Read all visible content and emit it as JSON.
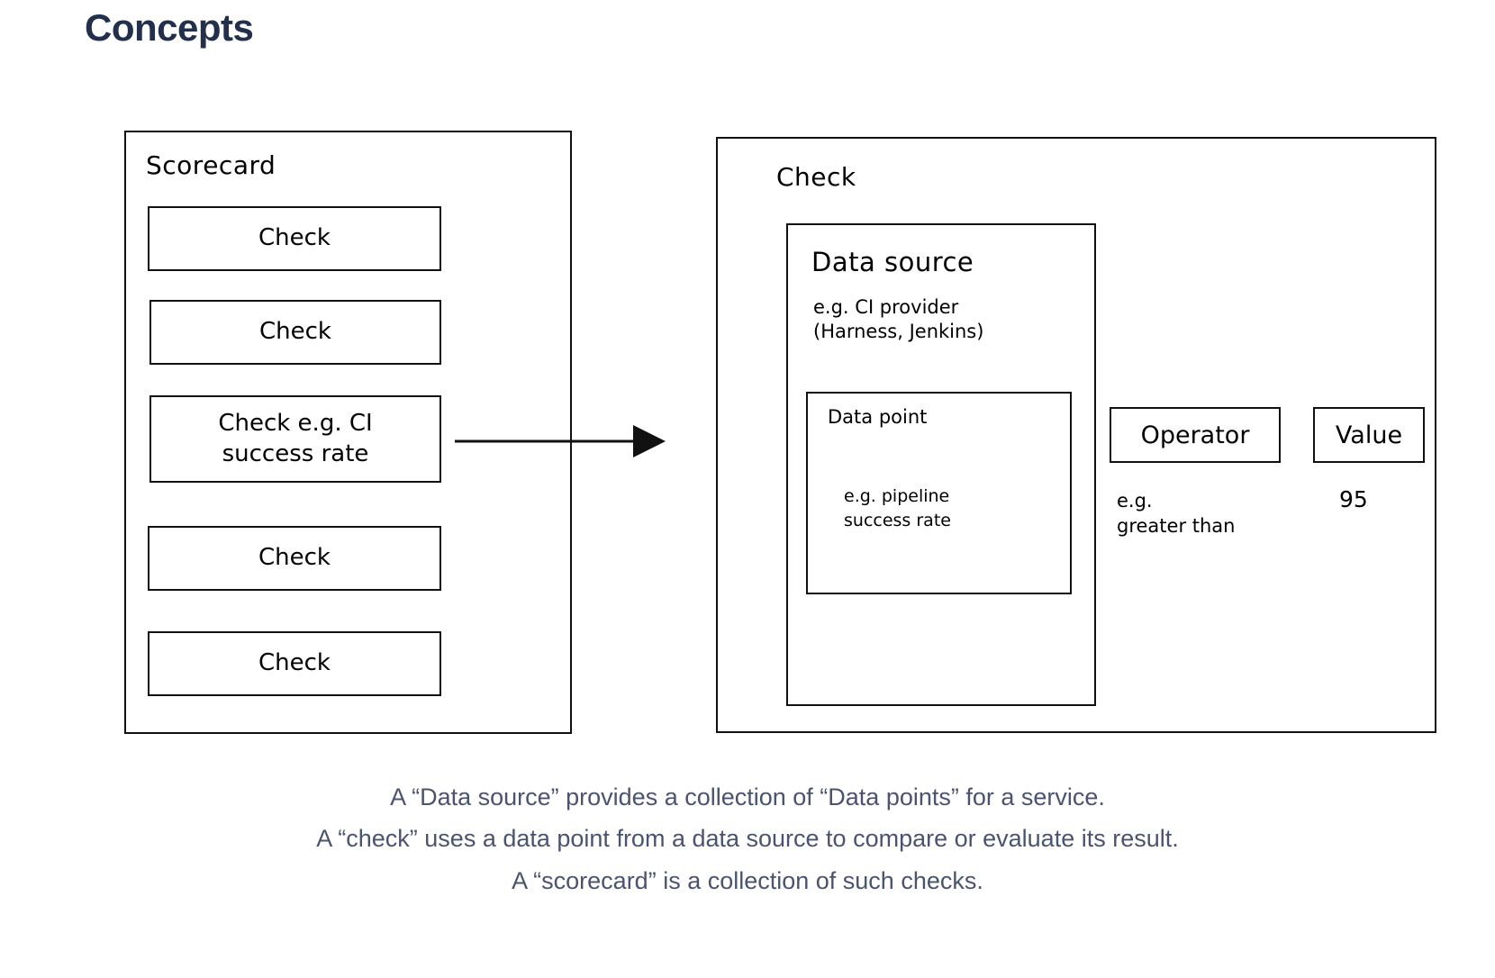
{
  "page": {
    "title": "Concepts",
    "title_color": "#22304d",
    "background": "#ffffff",
    "stroke_color": "#111111"
  },
  "scorecard": {
    "title": "Scorecard",
    "checks": [
      {
        "label": "Check"
      },
      {
        "label": "Check"
      },
      {
        "label": "Check e.g. CI\nsuccess rate"
      },
      {
        "label": "Check"
      },
      {
        "label": "Check"
      }
    ]
  },
  "connector": {
    "type": "arrow-right",
    "name": "scorecard-to-check-arrow"
  },
  "check": {
    "title": "Check",
    "data_source": {
      "title": "Data source",
      "example": "e.g. CI provider\n(Harness, Jenkins)",
      "data_point": {
        "title": "Data point",
        "example": "e.g. pipeline\nsuccess rate"
      }
    },
    "operator": {
      "label": "Operator",
      "example": "e.g.\ngreater than"
    },
    "value": {
      "label": "Value",
      "example": "95"
    }
  },
  "caption": {
    "lines": [
      "A “Data source” provides a collection of “Data points” for a service.",
      "A “check” uses a data point from a data source to compare or evaluate its result.",
      "A “scorecard” is a collection of such checks."
    ]
  }
}
